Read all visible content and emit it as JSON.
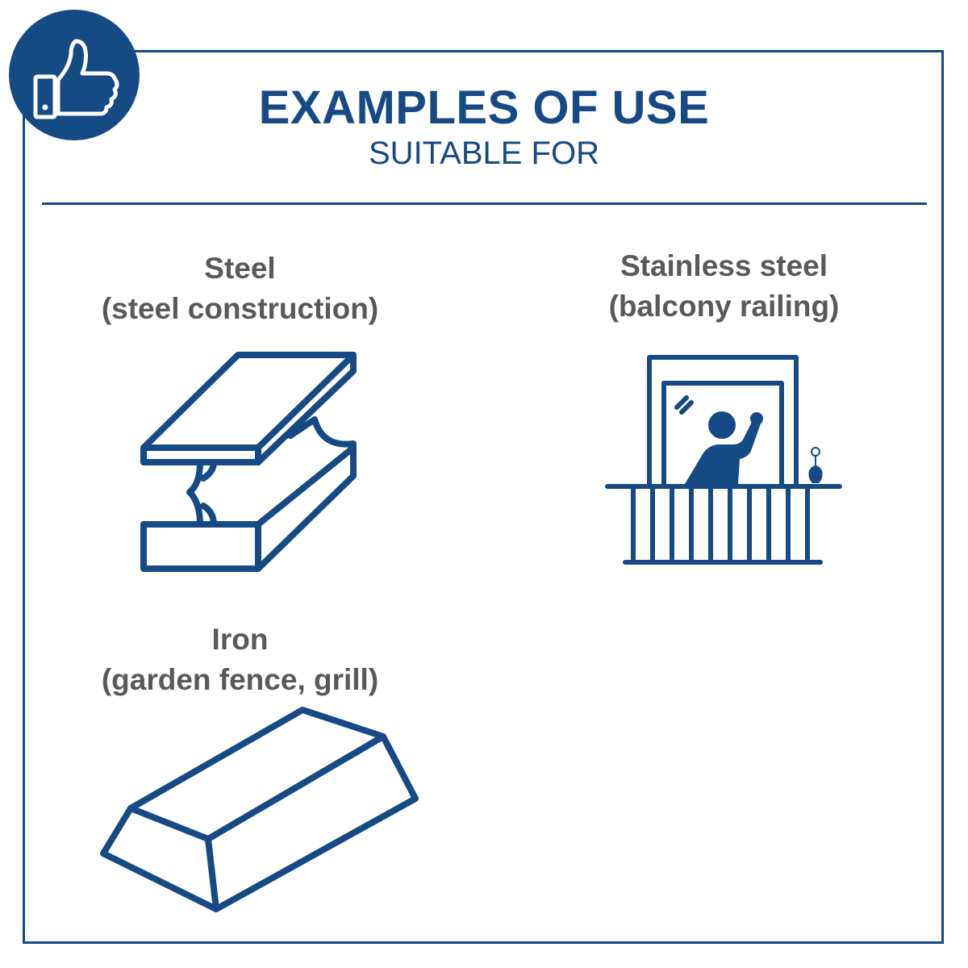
{
  "header": {
    "title": "EXAMPLES OF USE",
    "subtitle": "SUITABLE FOR",
    "badge_icon": "thumbs-up-icon"
  },
  "colors": {
    "brand": "#154a85",
    "label_text": "#58595b"
  },
  "examples": [
    {
      "name": "Steel",
      "detail": "(steel construction)",
      "icon": "steel-beam-icon"
    },
    {
      "name": "Stainless steel",
      "detail": "(balcony railing)",
      "icon": "balcony-railing-icon"
    },
    {
      "name": "Iron",
      "detail": "(garden fence, grill)",
      "icon": "iron-ingot-icon"
    }
  ]
}
